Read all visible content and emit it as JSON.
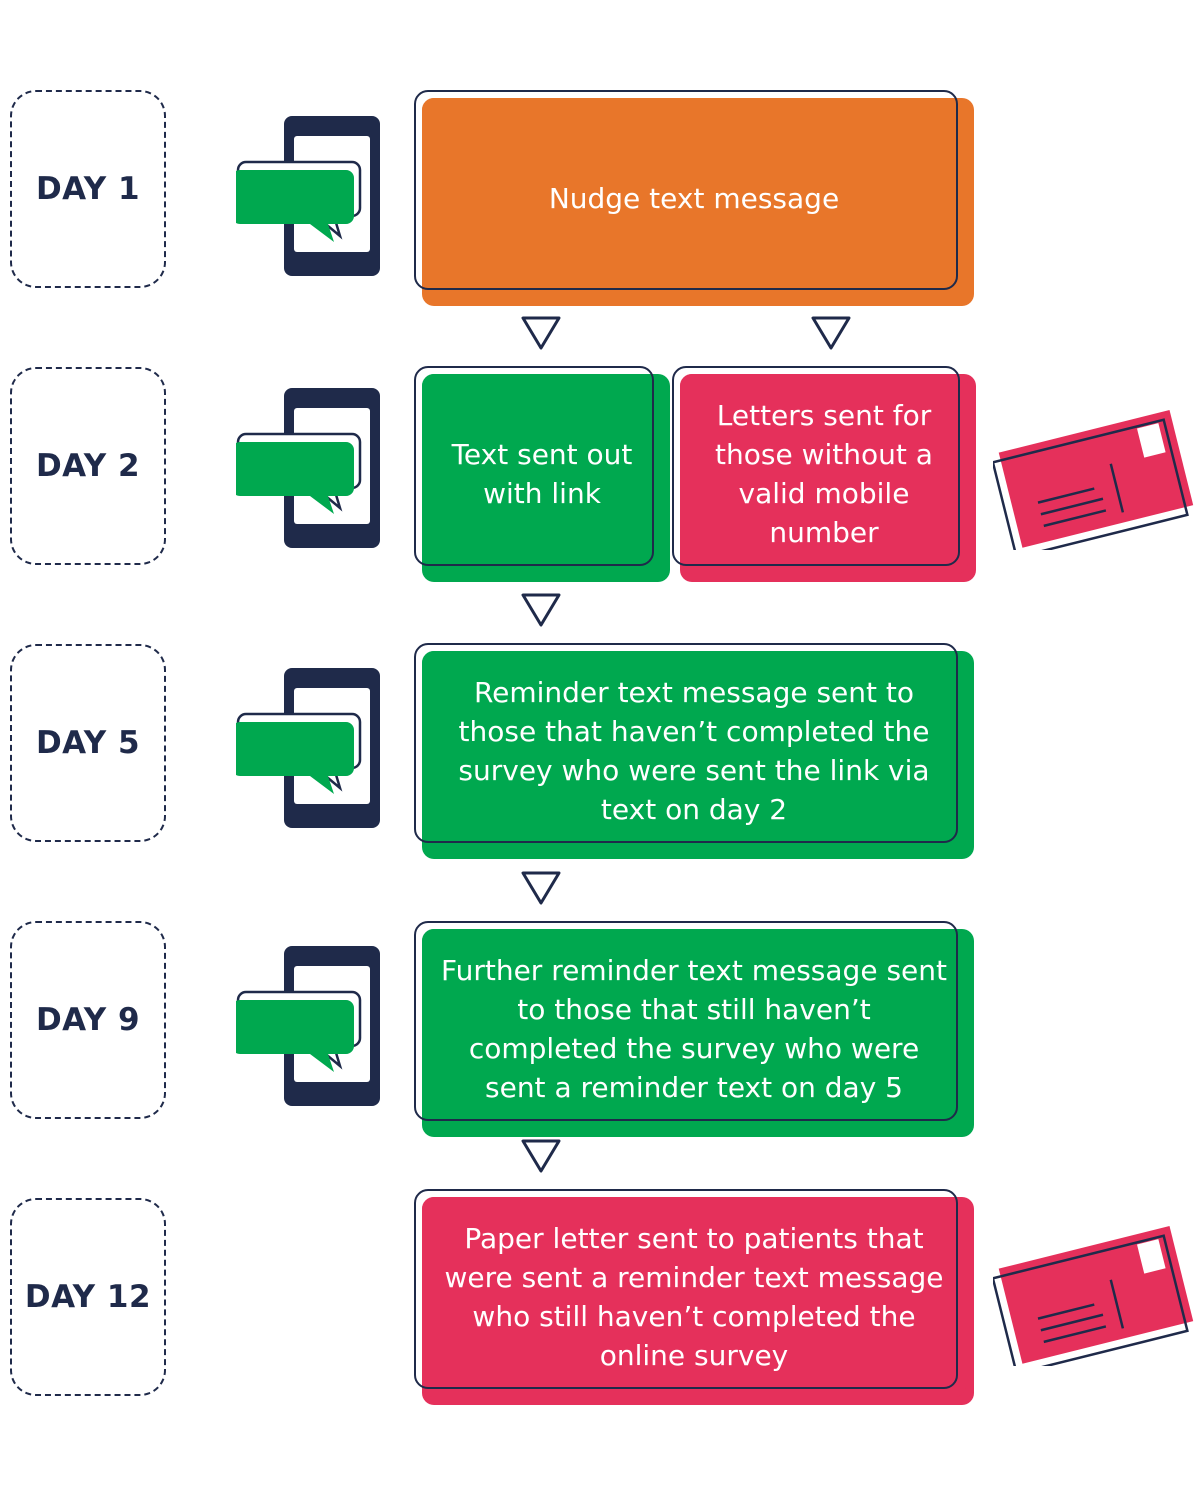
{
  "colors": {
    "navy": "#1f2a4a",
    "orange": "#e8762a",
    "green": "#00a84f",
    "pink": "#e5305b"
  },
  "icons": {
    "phone": "phone-with-speech-bubble-icon",
    "postcard": "postcard-icon",
    "arrow": "down-triangle-arrow-icon"
  },
  "rows": [
    {
      "day": "DAY 1",
      "cards": [
        {
          "text": "Nudge text message",
          "color": "orange"
        }
      ]
    },
    {
      "day": "DAY 2",
      "cards": [
        {
          "text": "Text sent out\nwith link",
          "color": "green"
        },
        {
          "text": "Letters sent for\nthose without a\nvalid mobile\nnumber",
          "color": "pink"
        }
      ]
    },
    {
      "day": "DAY 5",
      "cards": [
        {
          "text": "Reminder text message sent to\nthose that haven’t completed the\nsurvey who were sent the link via\ntext on day 2",
          "color": "green"
        }
      ]
    },
    {
      "day": "DAY 9",
      "cards": [
        {
          "text": "Further reminder text message sent\nto those that still haven’t\ncompleted the survey who were\nsent a reminder text on day 5",
          "color": "green"
        }
      ]
    },
    {
      "day": "DAY 12",
      "cards": [
        {
          "text": "Paper letter sent to patients that\nwere sent a reminder text message\nwho still haven’t completed the\nonline survey",
          "color": "pink"
        }
      ]
    }
  ]
}
